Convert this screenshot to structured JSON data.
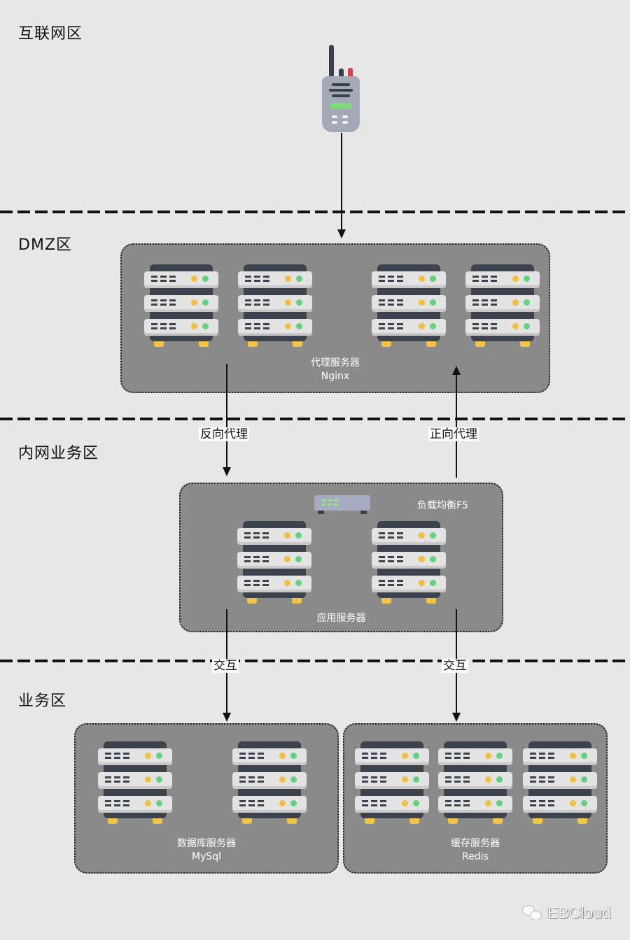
{
  "zones": [
    {
      "id": "internet",
      "label": "互联网区"
    },
    {
      "id": "dmz",
      "label": "DMZ区"
    },
    {
      "id": "intranet",
      "label": "内网业务区"
    },
    {
      "id": "business",
      "label": "业务区"
    }
  ],
  "nodes": {
    "client": {
      "icon": "walkie-talkie-icon",
      "label": ""
    },
    "proxy": {
      "title": "代理服务器",
      "subtitle": "Nginx",
      "server_count": 4
    },
    "app": {
      "title": "应用服务器",
      "server_count": 2,
      "load_balancer_label": "负载均衡F5"
    },
    "database": {
      "title": "数据库服务器",
      "subtitle": "MySql",
      "server_count": 2
    },
    "cache": {
      "title": "缓存服务器",
      "subtitle": "Redis",
      "server_count": 3
    }
  },
  "edges": [
    {
      "from": "client",
      "to": "proxy",
      "label": ""
    },
    {
      "from": "proxy",
      "to": "app",
      "label": "反向代理"
    },
    {
      "from": "app",
      "to": "proxy",
      "label": "正向代理"
    },
    {
      "from": "app",
      "to": "database",
      "label": "交互"
    },
    {
      "from": "app",
      "to": "cache",
      "label": "交互"
    }
  ],
  "colors": {
    "background": "#e7e7e7",
    "box_fill": "#8a8a8a",
    "server_frame": "#3c434c",
    "led_yellow": "#f2bf3c",
    "led_green": "#62d37d",
    "alert_red": "#e5394a"
  },
  "watermark": {
    "brand": "EBCloud",
    "icon": "wechat-icon"
  }
}
